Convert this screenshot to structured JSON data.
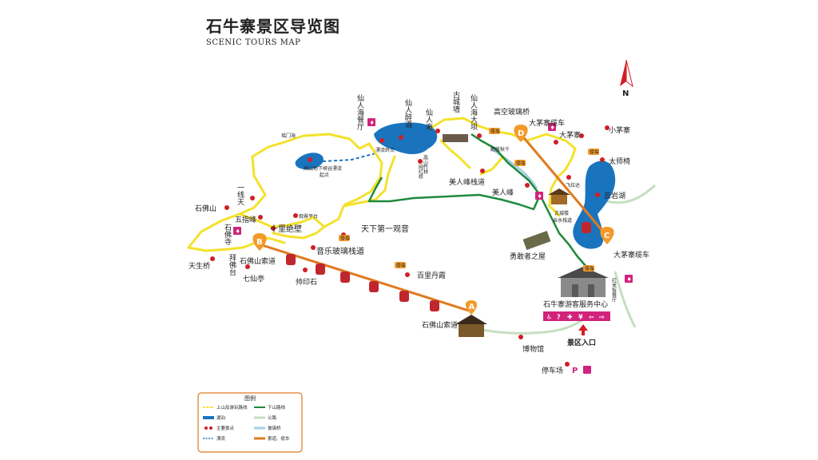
{
  "header": {
    "title": "石牛寨景区导览图",
    "subtitle": "SCENIC TOURS MAP"
  },
  "compass": {
    "label": "N"
  },
  "colors": {
    "water": "#1a74bd",
    "uphill_route": "#f4e12b",
    "downhill_route": "#1e8a3b",
    "cable": "#e07a1f",
    "glass_path": "#a6cfe5",
    "road": "#c5dfc0",
    "attraction": "#d11e26",
    "toilet": "#d1237b",
    "pin": "#f39a2a"
  },
  "places": {
    "xianren_hai_canting": "仙人海餐厅",
    "xianren_zui_jiu": "仙人醉酒",
    "xianren_hai": "仙人海",
    "gucheng_qiang": "古城墙",
    "xianren_hai_daba": "仙人海大坝",
    "gaokong_boli_qiao": "高空玻璃桥",
    "da_maozhai_lanche_d": "大茅寨缆车",
    "da_maozhai": "大茅寨",
    "xiao_maozhai": "小茅寨",
    "taishi_yi": "太师椅",
    "yunyan_hu": "云岩湖",
    "feila_da": "飞拉达",
    "yao_hai": "瑶门海",
    "piaoliu_qidian": "漂流终点",
    "gaoshan_dixia": "高山地下峡谷漂流",
    "qidian": "起点",
    "gaoshan_zhulin": "高山竹林",
    "wanghong_qiao": "网红桥",
    "ting_qiu_qian": "题崖秋千",
    "meirenfeng_zhandao": "美人峰栈道",
    "meirenfeng": "美人峰",
    "gu_cheng_lou": "古城楼",
    "qinshui_zhandao": "亲水栈道",
    "yiyan_tian": "一线天",
    "shi_fo_shan": "石佛山",
    "guanjing_pingtai": "观景平台",
    "wu_zhi_feng": "五指峰",
    "shi_fo_si": "石佛寺",
    "shili_juebi": "十里绝壁",
    "tianxia_di_yi_guanyin": "天下第一观音",
    "yinyue_boli_zhandao": "音乐玻璃栈道",
    "shifoshan_suodao_b": "石佛山索道",
    "tiansheng_qiao": "天生桥",
    "bai_fo_tai": "拜佛台",
    "qixian_ting": "七仙亭",
    "shuai_yin_shi": "帅印石",
    "baili_danxia": "百里丹霞",
    "yonggan_zhe_zhi_wu": "勇敢者之屋",
    "da_maozhai_lanche_c": "大茅寨缆车",
    "hongmi_canting": "红米饭餐厅",
    "youke_fuwu_zhongxin": "石牛寨游客服务中心",
    "shifoshan_suodao_a": "石佛山索道",
    "bowuguan": "博物馆",
    "jingqu_rukou": "景区入口",
    "tingchechang": "停车场"
  },
  "pins": {
    "a": "A",
    "b": "B",
    "c": "C",
    "d": "D"
  },
  "badge_label": "停车",
  "parking_letter": "P",
  "service_icons": [
    "♿",
    "?",
    "✚",
    "¥",
    "⇦",
    "⇨"
  ],
  "legend": {
    "title": "图例",
    "items": [
      {
        "label": "上山及游玩路线"
      },
      {
        "label": "下山路线"
      },
      {
        "label": "湖泊"
      },
      {
        "label": "公路"
      },
      {
        "label": "主要景点"
      },
      {
        "label": "玻璃桥"
      },
      {
        "label": "漂流"
      },
      {
        "label": "索道、缆车"
      }
    ]
  }
}
